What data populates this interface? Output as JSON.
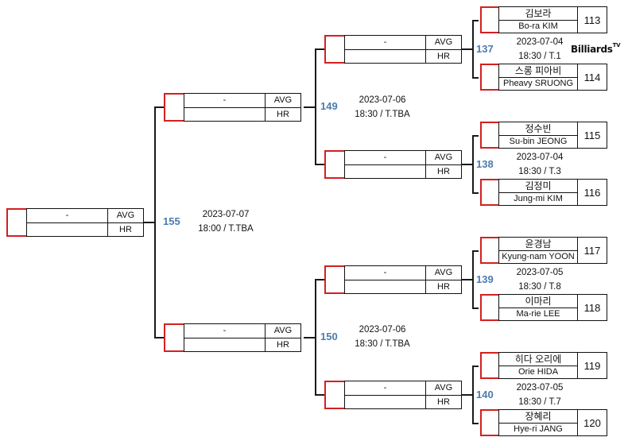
{
  "logo": "Billiards",
  "logo_suffix": "TV",
  "labels": {
    "dash": "-",
    "avg": "AVG",
    "hr": "HR"
  },
  "players": [
    {
      "kname": "김보라",
      "ename": "Bo-ra KIM",
      "seed": "113"
    },
    {
      "kname": "스롱 피아비",
      "ename": "Pheavy SRUONG",
      "seed": "114"
    },
    {
      "kname": "정수빈",
      "ename": "Su-bin JEONG",
      "seed": "115"
    },
    {
      "kname": "김정미",
      "ename": "Jung-mi KIM",
      "seed": "116"
    },
    {
      "kname": "윤경남",
      "ename": "Kyung-nam YOON",
      "seed": "117"
    },
    {
      "kname": "이마리",
      "ename": "Ma-rie LEE",
      "seed": "118"
    },
    {
      "kname": "히다 오리에",
      "ename": "Orie HIDA",
      "seed": "119"
    },
    {
      "kname": "장혜리",
      "ename": "Hye-ri JANG",
      "seed": "120"
    }
  ],
  "matches": {
    "m137": {
      "num": "137",
      "date": "2023-07-04",
      "time": "18:30 / T.1"
    },
    "m138": {
      "num": "138",
      "date": "2023-07-04",
      "time": "18:30 / T.3"
    },
    "m139": {
      "num": "139",
      "date": "2023-07-05",
      "time": "18:30 / T.8"
    },
    "m140": {
      "num": "140",
      "date": "2023-07-05",
      "time": "18:30 / T.7"
    },
    "m149": {
      "num": "149",
      "date": "2023-07-06",
      "time": "18:30 / T.TBA"
    },
    "m150": {
      "num": "150",
      "date": "2023-07-06",
      "time": "18:30 / T.TBA"
    },
    "m155": {
      "num": "155",
      "date": "2023-07-07",
      "time": "18:00 / T.TBA"
    }
  }
}
